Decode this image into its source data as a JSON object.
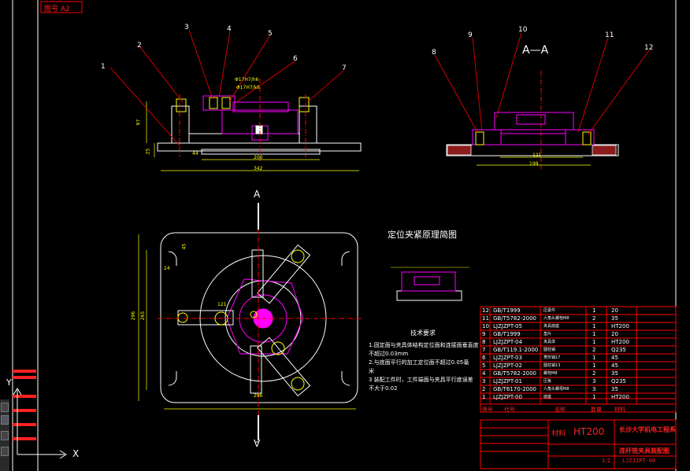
{
  "drawing": {
    "sheet_code": "图号  A2",
    "section_title": "A—A",
    "principle_title": "定位夹紧原理简图",
    "view_marker": "A",
    "view_marker_inverted": "A"
  },
  "balloons": [
    "1",
    "2",
    "3",
    "4",
    "5",
    "6",
    "7",
    "8",
    "9",
    "10",
    "11",
    "12"
  ],
  "dimensions": {
    "front_height": "97",
    "front_small": "25",
    "front_width_inner": "200",
    "front_width_outer": "342",
    "front_fit_1": "Φ17H7/h6",
    "front_fit_2": "Φ17H7/k6",
    "front_mid": "44",
    "section_inner": "121",
    "section_outer": "199",
    "plan_height_outer": "296",
    "plan_height_inner": "265",
    "plan_width": "296",
    "plan_left": "24",
    "plan_top": "45",
    "plan_center": "121"
  },
  "tech_requirements": {
    "title": "技术要求",
    "items": [
      "1.固定面与夹具体结构定位面和连接面垂直度",
      "不超过0.03mm",
      "2.与底面平行的加工定位面不超过0.05毫",
      "米",
      "3  装配工件时，工件端面与夹具平行度误差",
      "不大于0.02"
    ]
  },
  "bom": {
    "rows": [
      {
        "no": "12",
        "std": "GB/T1999",
        "name": "压紧件",
        "qty": "1",
        "mat": "20"
      },
      {
        "no": "11",
        "std": "GB/T5782-2000",
        "name": "六角头螺栓M8",
        "qty": "2",
        "mat": "35"
      },
      {
        "no": "10",
        "std": "LJZJZPT-05",
        "name": "夹具底座",
        "qty": "1",
        "mat": "HT200"
      },
      {
        "no": "9",
        "std": "GB/T1999",
        "name": "垫片",
        "qty": "1",
        "mat": "20"
      },
      {
        "no": "8",
        "std": "LJZJZPT-04",
        "name": "夹具体",
        "qty": "1",
        "mat": "HT200"
      },
      {
        "no": "7",
        "std": "GB/T119.1-2000",
        "name": "圆柱销",
        "qty": "2",
        "mat": "Q235"
      },
      {
        "no": "6",
        "std": "LJZJZPT-03",
        "name": "菱形销17",
        "qty": "1",
        "mat": "45"
      },
      {
        "no": "5",
        "std": "LJZJZPT-02",
        "name": "圆柱销13",
        "qty": "1",
        "mat": "45"
      },
      {
        "no": "4",
        "std": "GB/T5782-2000",
        "name": "螺栓M8",
        "qty": "2",
        "mat": "35"
      },
      {
        "no": "3",
        "std": "LJZJZPT-01",
        "name": "压板",
        "qty": "3",
        "mat": "Q235"
      },
      {
        "no": "2",
        "std": "GB/T6170-2000",
        "name": "六角头螺母M8",
        "qty": "3",
        "mat": "35"
      },
      {
        "no": "1",
        "std": "LJZJZPT-00",
        "name": "底座",
        "qty": "1",
        "mat": "HT200"
      }
    ],
    "header": {
      "no": "序号",
      "std": "代号",
      "name": "名称",
      "qty": "数量",
      "mat": "材料"
    }
  },
  "title_block": {
    "material_label": "材料",
    "material": "HT200",
    "school": "长沙大学机电工程系",
    "drawing_name": "连杆铣夹具装配图",
    "scale": "1:2",
    "code": "LJZJZPT-00"
  },
  "ucs": {
    "x_label": "X",
    "y_label": "Y"
  },
  "colors": {
    "bg": "#000000",
    "outline": "#ffffff",
    "dim": "#ffff00",
    "leader": "#ff0000",
    "part": "#ff00ff",
    "center": "#ff0000",
    "table": "#ff0000"
  }
}
